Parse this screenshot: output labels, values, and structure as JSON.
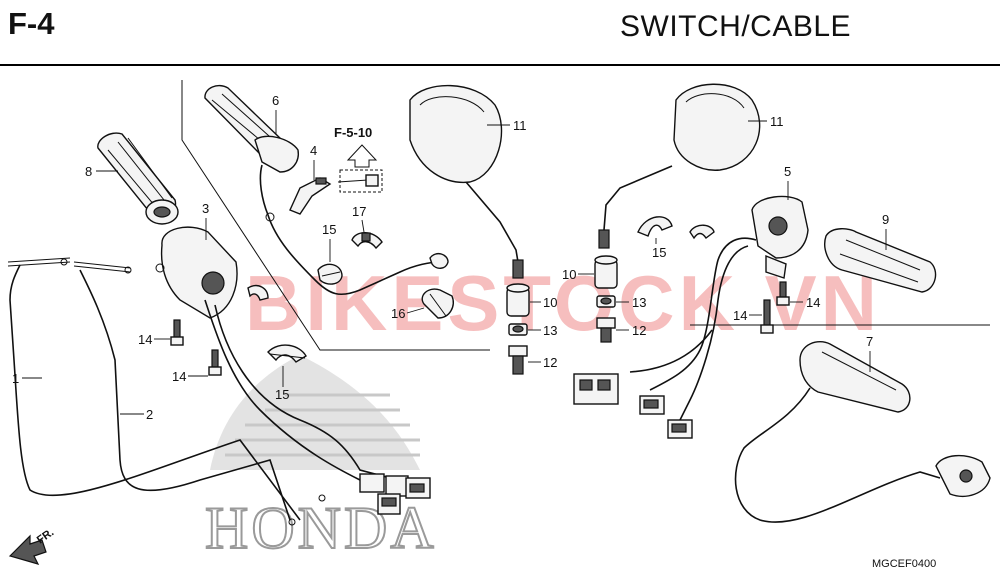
{
  "header": {
    "section_code": "F-4",
    "title": "SWITCH/CABLE"
  },
  "diagram": {
    "reference": "F-5-10",
    "watermark": "BIKESTOCK VN",
    "logo_text": "HONDA",
    "direction_label": "FR.",
    "drawing_code": "MGCEF0400",
    "callouts": [
      "1",
      "2",
      "3",
      "4",
      "5",
      "6",
      "7",
      "8",
      "9",
      "10",
      "10",
      "11",
      "11",
      "12",
      "12",
      "13",
      "13",
      "14",
      "14",
      "14",
      "14",
      "15",
      "15",
      "15",
      "16",
      "17"
    ]
  },
  "colors": {
    "line": "#111111",
    "watermark": "#e53a3a",
    "logo": "#9a9a9a"
  }
}
